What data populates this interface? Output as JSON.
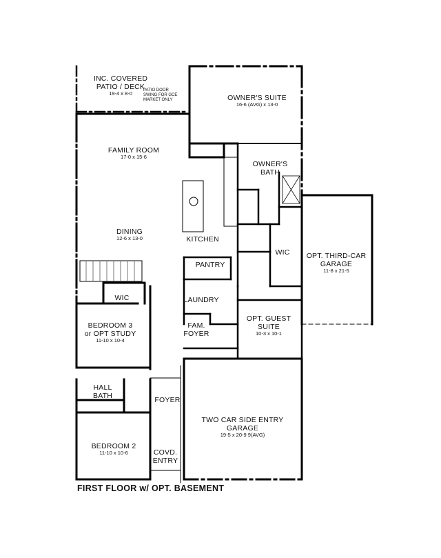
{
  "title": "FIRST FLOOR w/ OPT. BASEMENT",
  "rooms": {
    "patio": {
      "name": "INC. COVERED\nPATIO / DECK",
      "dims": "19-4 x 8-0",
      "note": "PATIO DOOR\nSWING FOR GCE\nMARKET ONLY"
    },
    "owners_suite": {
      "name": "OWNER'S SUITE",
      "dims": "16-6 (AVG) x 13-0"
    },
    "family_room": {
      "name": "FAMILY ROOM",
      "dims": "17-0 x 15-6"
    },
    "owners_bath": {
      "name": "OWNER'S\nBATH"
    },
    "dining": {
      "name": "DINING",
      "dims": "12-6 x 13-0"
    },
    "kitchen": {
      "name": "KITCHEN"
    },
    "pantry": {
      "name": "PANTRY"
    },
    "owners_wic": {
      "name": "WIC"
    },
    "third_car_garage": {
      "name": "OPT. THIRD-CAR\nGARAGE",
      "dims": "11-8 x 21-5"
    },
    "bedroom3_wic": {
      "name": "WIC"
    },
    "laundry": {
      "name": "LAUNDRY"
    },
    "guest_suite": {
      "name": "OPT. GUEST\nSUITE",
      "dims": "10-3 x 10-1"
    },
    "bedroom3": {
      "name": "BEDROOM 3\nor OPT STUDY",
      "dims": "11-10 x 10-4"
    },
    "fam_foyer": {
      "name": "FAM.\nFOYER"
    },
    "hall_bath": {
      "name": "HALL\nBATH"
    },
    "foyer": {
      "name": "FOYER"
    },
    "two_car_garage": {
      "name": "TWO CAR SIDE ENTRY\nGARAGE",
      "dims": "19-5 x 20-9 9(AVG)"
    },
    "bedroom2": {
      "name": "BEDROOM 2",
      "dims": "11-10 x 10-6"
    },
    "covd_entry": {
      "name": "COVD.\nENTRY"
    }
  }
}
